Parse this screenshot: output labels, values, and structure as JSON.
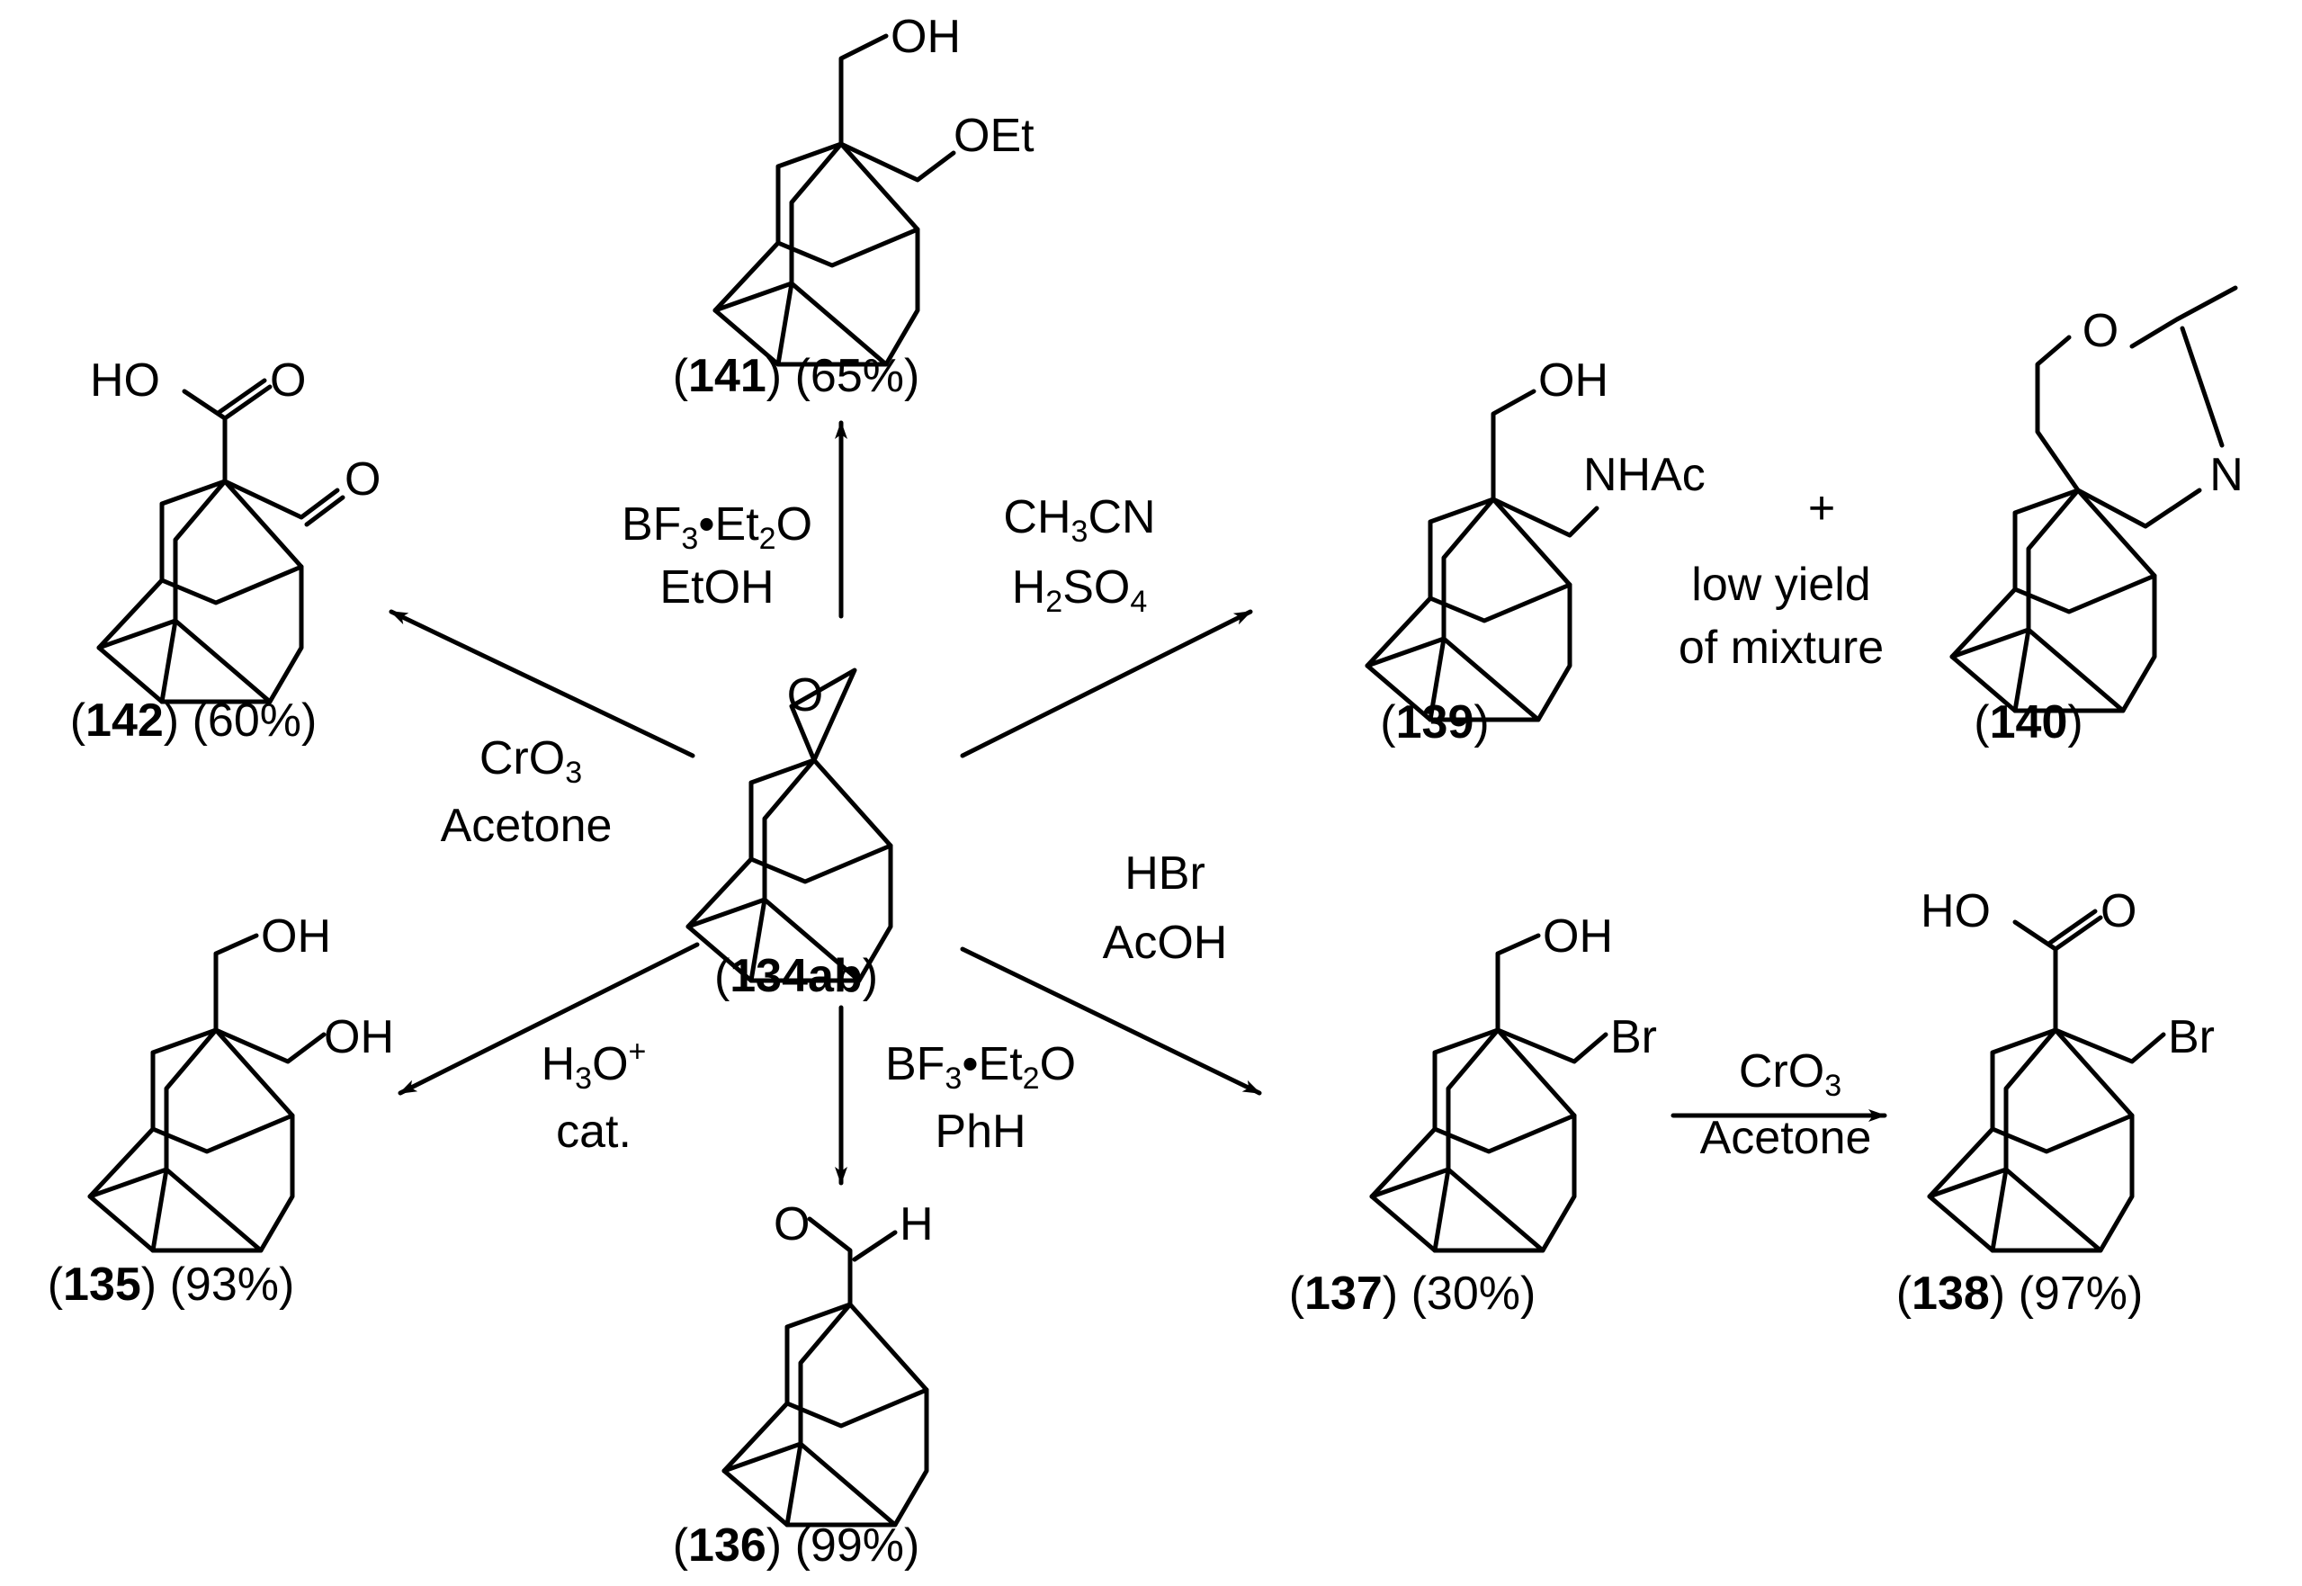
{
  "compounds": {
    "c134ab": {
      "id": "134ab"
    },
    "c141": {
      "id": "141",
      "yield": "(65%)",
      "sub_oh": "OH",
      "sub_oet": "OEt"
    },
    "c142": {
      "id": "142",
      "yield": "(60%)",
      "sub_ho": "HO",
      "sub_o1": "O",
      "sub_o2": "O"
    },
    "c139": {
      "id": "139",
      "sub_oh": "OH",
      "sub_nhac": "NHAc"
    },
    "c140": {
      "id": "140",
      "sub_o": "O",
      "sub_n": "N"
    },
    "c135": {
      "id": "135",
      "yield": "(93%)",
      "sub_oh1": "OH",
      "sub_oh2": "OH"
    },
    "c136": {
      "id": "136",
      "yield": "(99%)",
      "sub_o": "O",
      "sub_h": "H"
    },
    "c137": {
      "id": "137",
      "yield": "(30%)",
      "sub_oh": "OH",
      "sub_br": "Br"
    },
    "c138": {
      "id": "138",
      "yield": "(97%)",
      "sub_ho": "HO",
      "sub_o": "O",
      "sub_br": "Br"
    }
  },
  "epoxide_o": "O",
  "conditions": {
    "to141": {
      "line1": "BF",
      "line1_sub": "3",
      "line1_mid": "•Et",
      "line1_sub2": "2",
      "line1_end": "O",
      "line2": "EtOH"
    },
    "to139": {
      "line1": "CH",
      "line1_sub": "3",
      "line1_end": "CN",
      "line2": "H",
      "line2_sub": "2",
      "line2_mid": "SO",
      "line2_sub2": "4"
    },
    "to142": {
      "line1": "CrO",
      "line1_sub": "3",
      "line2": "Acetone"
    },
    "to137": {
      "line1": "HBr",
      "line2": "AcOH"
    },
    "to135": {
      "line1": "H",
      "line1_sub": "3",
      "line1_mid": "O",
      "line1_sup": "+",
      "line2": "cat."
    },
    "to136": {
      "line1": "BF",
      "line1_sub": "3",
      "line1_mid": "•Et",
      "line1_sub2": "2",
      "line1_end": "O",
      "line2": "PhH"
    },
    "to138": {
      "line1": "CrO",
      "line1_sub": "3",
      "line2": "Acetone"
    }
  },
  "plus_sign": "+",
  "mixture_note": {
    "line1": "low yield",
    "line2": "of mixture"
  },
  "paren_open": "(",
  "paren_close": ")"
}
